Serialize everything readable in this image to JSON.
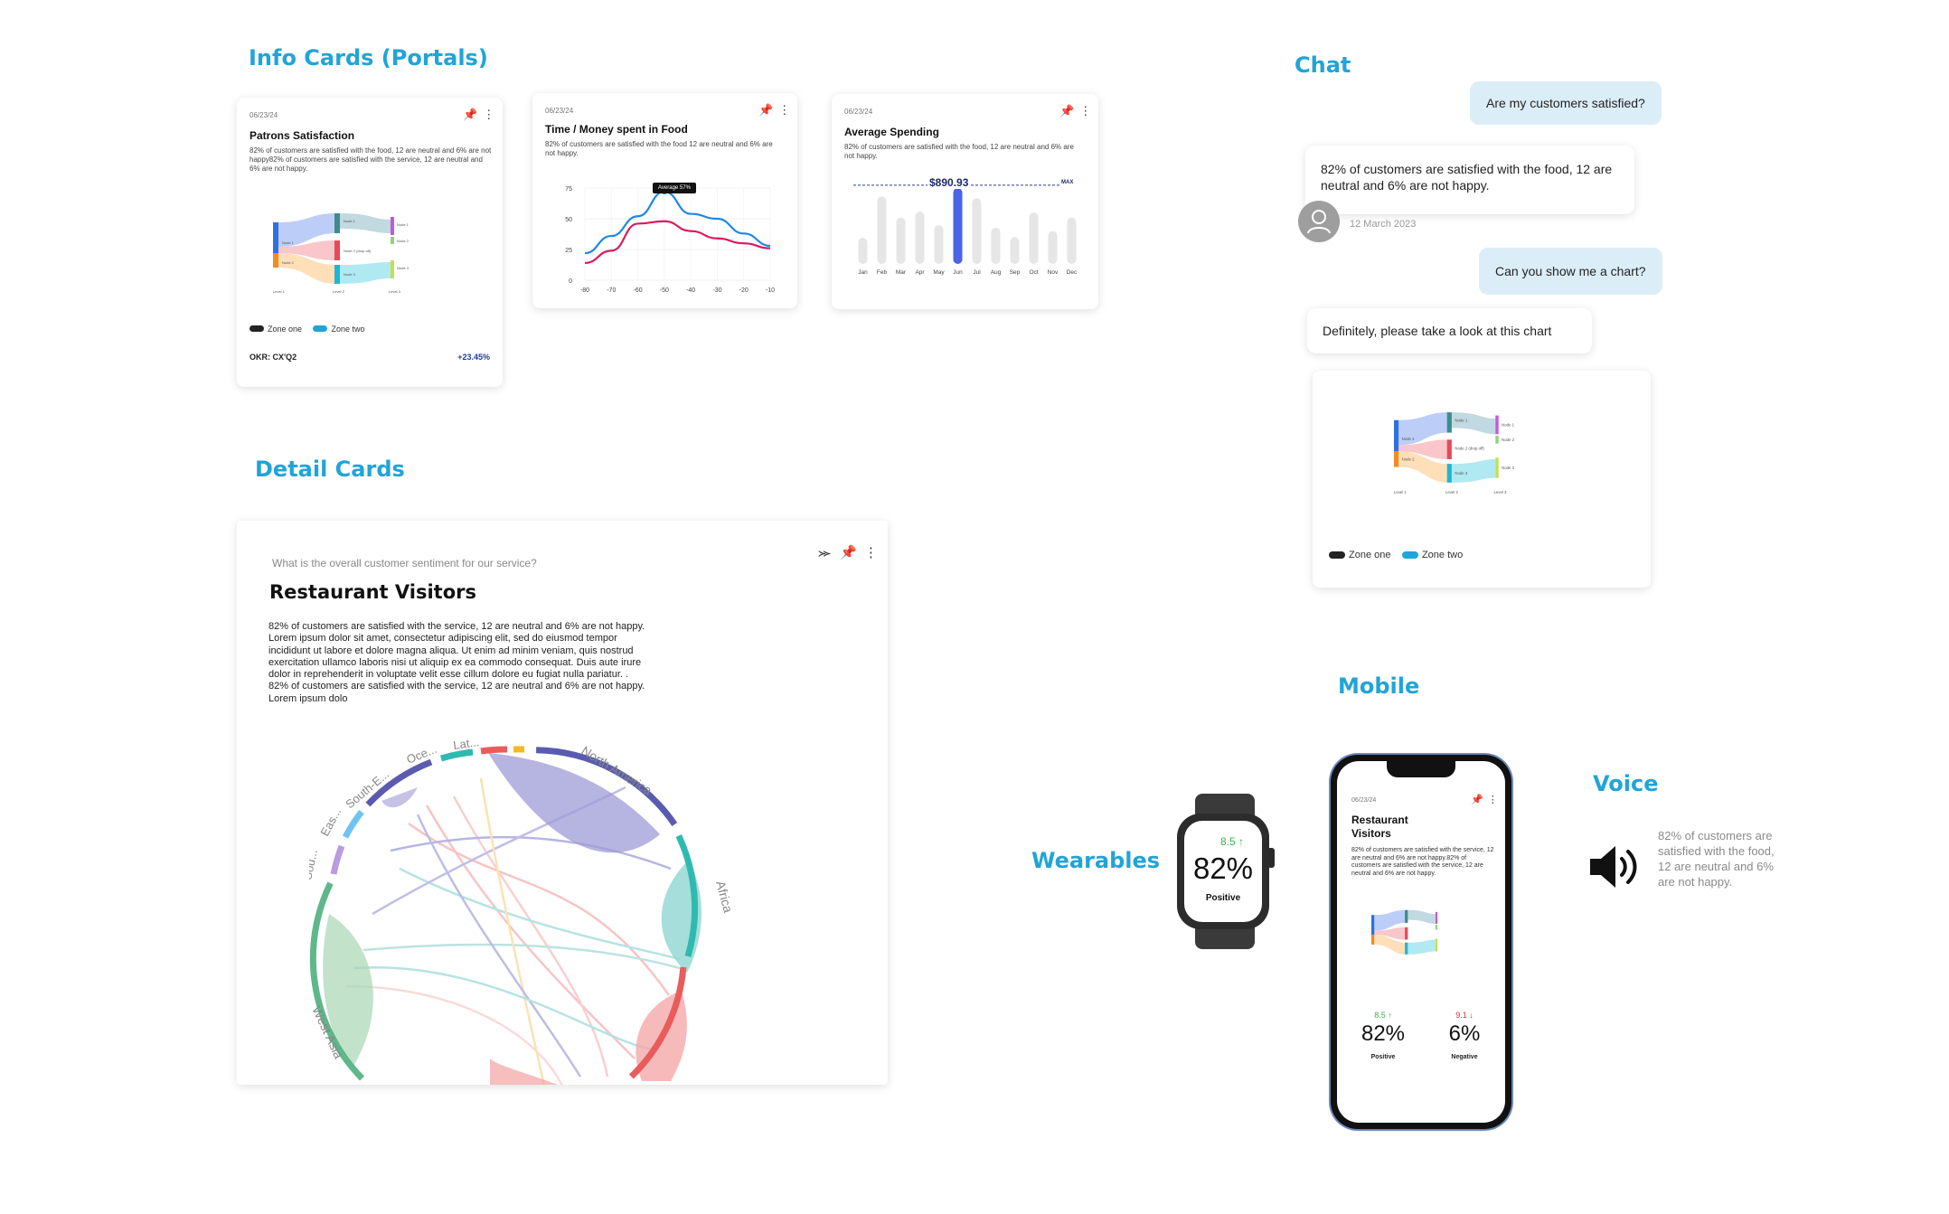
{
  "sections": {
    "info_cards": "Info Cards (Portals)",
    "detail_cards": "Detail Cards",
    "chat": "Chat",
    "mobile": "Mobile",
    "wearables": "Wearables",
    "voice": "Voice"
  },
  "info_cards": [
    {
      "date": "06/23/24",
      "title": "Patrons Satisfaction",
      "desc": "82% of customers are satisfied with the food, 12 are neutral and 6% are not happy82% of customers are satisfied with the service, 12 are neutral and 6% are not happy.",
      "legend": [
        "Zone one",
        "Zone two"
      ],
      "footer_label": "OKR: CX'Q2",
      "footer_value": "+23.45%"
    },
    {
      "date": "06/23/24",
      "title": "Time / Money spent in Food",
      "desc": "82% of customers are satisfied with the food 12 are neutral and 6% are not happy.",
      "tooltip": "Average 57%"
    },
    {
      "date": "06/23/24",
      "title": "Average Spending",
      "desc": "82% of customers are satisfied with the food, 12 are neutral and 6% are not happy.",
      "avg_value": "$890.93",
      "max_label": "MAX"
    }
  ],
  "chart_data": [
    {
      "type": "line",
      "x": [
        -80,
        -70,
        -60,
        -50,
        -40,
        -30,
        -20,
        -10
      ],
      "ylim": [
        0,
        75
      ],
      "yticks": [
        0,
        25,
        50,
        75
      ],
      "series": [
        {
          "color": "#1e88e5",
          "values": [
            22,
            36,
            52,
            72,
            54,
            50,
            38,
            28
          ]
        },
        {
          "color": "#d81b60",
          "values": [
            14,
            24,
            46,
            48,
            40,
            34,
            30,
            26
          ]
        }
      ]
    },
    {
      "type": "bar",
      "categories": [
        "Jan",
        "Feb",
        "Mar",
        "Apr",
        "May",
        "Jun",
        "Jul",
        "Aug",
        "Sep",
        "Oct",
        "Nov",
        "Dec"
      ],
      "values": [
        310,
        800,
        550,
        620,
        460,
        900,
        780,
        430,
        320,
        610,
        390,
        550
      ],
      "highlight": "Jun",
      "average": 890.93
    }
  ],
  "detail_card": {
    "question": "What is the overall customer sentiment for our service?",
    "title": "Restaurant Visitors",
    "body": "82% of customers are satisfied with the service, 12 are neutral and 6% are not happy. Lorem ipsum dolor sit amet, consectetur adipiscing elit, sed do eiusmod tempor incididunt ut labore et dolore magna aliqua. Ut enim ad minim veniam, quis nostrud exercitation ullamco laboris nisi ut aliquip ex ea commodo consequat. Duis aute irure dolor in reprehenderit in voluptate velit esse cillum dolore eu fugiat nulla pariatur. . 82% of customers are satisfied with the service, 12 are neutral and 6% are not happy. Lorem ipsum dolo",
    "regions": [
      "North America",
      "Africa",
      "West Asia",
      "Sou...",
      "Eas...",
      "South-E...",
      "Oce...",
      "Lat..."
    ]
  },
  "chat": {
    "messages": [
      {
        "from": "user",
        "text": "Are my customers satisfied?"
      },
      {
        "from": "bot",
        "text": "82% of customers are satisfied with the food, 12 are neutral and 6% are not happy."
      },
      {
        "from": "user",
        "text": "Can you show me a chart?"
      },
      {
        "from": "bot",
        "text": "Definitely, please take a look at this chart"
      }
    ],
    "timestamp": "12 March 2023",
    "chart_legend": [
      "Zone one",
      "Zone two"
    ]
  },
  "sankey": {
    "nodes_l1": [
      "Node 1",
      "Node 2"
    ],
    "nodes_l2": [
      "Node 1",
      "Node 2 (drop off)",
      "Node 3"
    ],
    "nodes_l3": [
      "Node 1",
      "Node 2",
      "Node 3"
    ],
    "levels": [
      "Level 1",
      "Level 2",
      "Level 3"
    ]
  },
  "wearable": {
    "delta": "8.5",
    "value": "82%",
    "label": "Positive"
  },
  "mobile": {
    "date": "06/23/24",
    "title": "Restaurant Visitors",
    "desc": "82% of customers are satisfied with the service, 12 are neutral and 6% are not happy.82% of customers are satisfied with the service, 12 are neutral and 6% are not happy.",
    "stats": [
      {
        "delta": "8.5",
        "value": "82%",
        "label": "Positive",
        "color": "#37b24d"
      },
      {
        "delta": "9.1",
        "value": "6%",
        "label": "Negative",
        "color": "#e03131"
      }
    ]
  },
  "voice": {
    "text": "82% of customers are satisfied with the food, 12 are neutral and 6% are not happy."
  },
  "colors": {
    "accent": "#21a4d8",
    "positive": "#37b24d",
    "negative": "#e03131",
    "bar_highlight": "#4a63e7"
  }
}
